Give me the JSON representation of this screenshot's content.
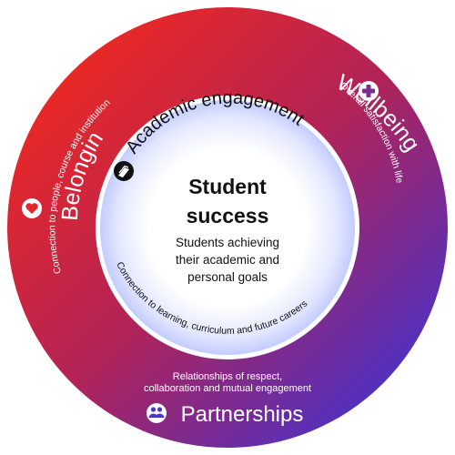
{
  "colors": {
    "outer_ring_start": "#ff2a12",
    "outer_ring_end": "#2d35e6",
    "inner_glow": "#c9d0ff",
    "text_dark": "#111111",
    "text_light": "#ffffff"
  },
  "center": {
    "title_line1": "Student",
    "title_line2": "success",
    "desc_line1": "Students achieving",
    "desc_line2": "their academic and",
    "desc_line3": "personal goals"
  },
  "academic": {
    "title": "Academic engagement",
    "subtitle": "Connection to learning, curriculum and future careers",
    "icon": "book-icon"
  },
  "belonging": {
    "title": "Belonging",
    "subtitle": "Connection to people, course and institution",
    "icon": "heart-icon"
  },
  "wellbeing": {
    "title": "Wellbeing",
    "subtitle": "Overall satisfaction with life",
    "icon": "medical-cross-icon"
  },
  "partnerships": {
    "title": "Partnerships",
    "subtitle_line1": "Relationships of respect,",
    "subtitle_line2": "collaboration and mutual engagement",
    "icon": "people-icon"
  }
}
